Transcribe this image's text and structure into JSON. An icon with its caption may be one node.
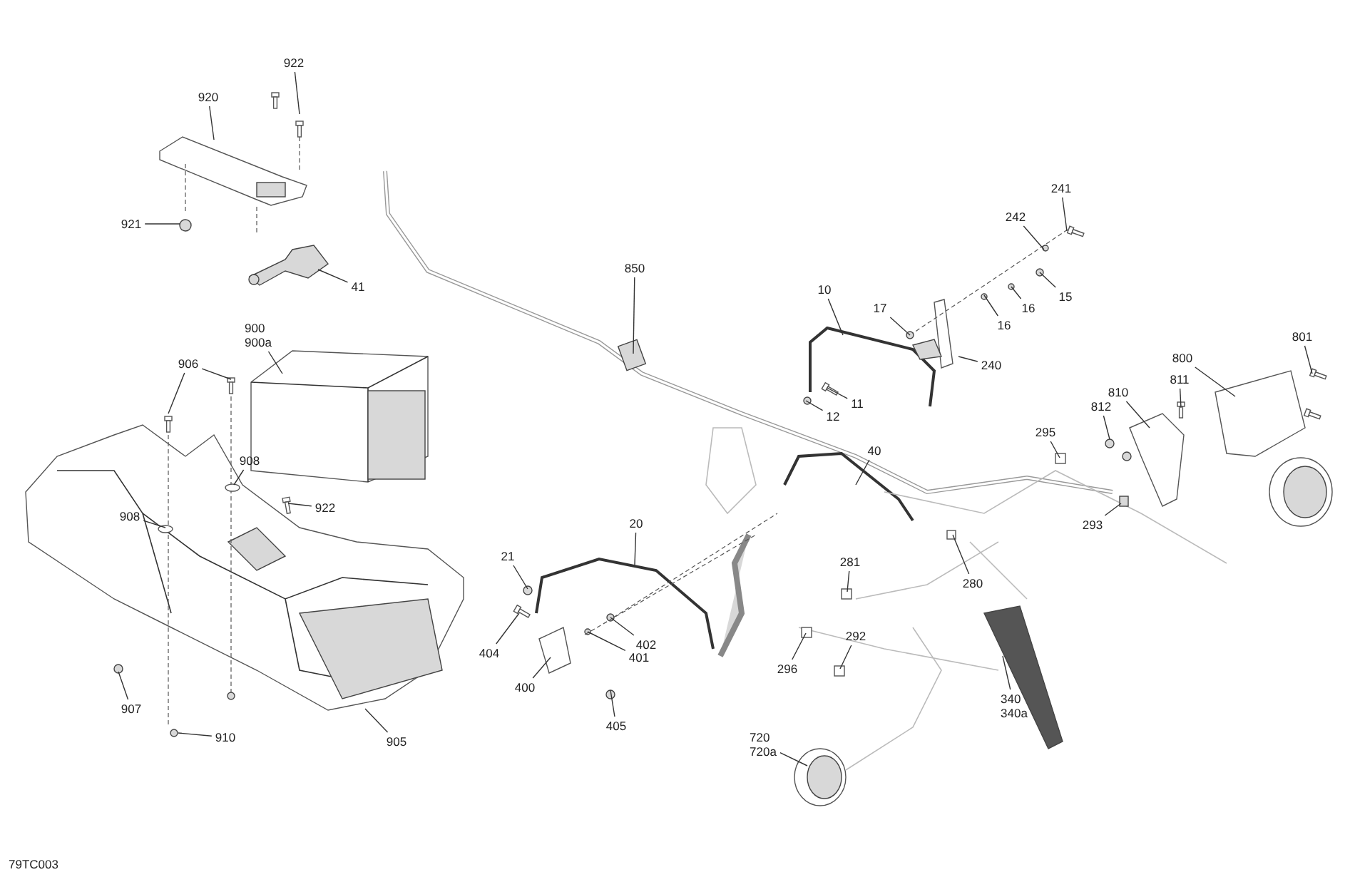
{
  "diagram": {
    "nodes": [
      {
        "text": [
          "922"
        ]
      },
      {
        "text": [
          "920"
        ]
      },
      {
        "text": [
          "921"
        ]
      },
      {
        "text": [
          "41"
        ]
      },
      {
        "text": [
          "900",
          "900a"
        ]
      },
      {
        "text": [
          "906"
        ]
      },
      {
        "text": [
          "908"
        ]
      },
      {
        "text": [
          "922"
        ]
      },
      {
        "text": [
          "908"
        ]
      },
      {
        "text": [
          "907"
        ]
      },
      {
        "text": [
          "910"
        ]
      },
      {
        "text": [
          "905"
        ]
      },
      {
        "text": [
          "850"
        ]
      },
      {
        "text": [
          "10"
        ]
      },
      {
        "text": [
          "17"
        ]
      },
      {
        "text": [
          "241"
        ]
      },
      {
        "text": [
          "242"
        ]
      },
      {
        "text": [
          "15"
        ]
      },
      {
        "text": [
          "16"
        ]
      },
      {
        "text": [
          "16"
        ]
      },
      {
        "text": [
          "240"
        ]
      },
      {
        "text": [
          "11"
        ]
      },
      {
        "text": [
          "12"
        ]
      },
      {
        "text": [
          "40"
        ]
      },
      {
        "text": [
          "801"
        ]
      },
      {
        "text": [
          "800"
        ]
      },
      {
        "text": [
          "810"
        ]
      },
      {
        "text": [
          "811"
        ]
      },
      {
        "text": [
          "812"
        ]
      },
      {
        "text": [
          "295"
        ]
      },
      {
        "text": [
          "293"
        ]
      },
      {
        "text": [
          "20"
        ]
      },
      {
        "text": [
          "21"
        ]
      },
      {
        "text": [
          "281"
        ]
      },
      {
        "text": [
          "280"
        ]
      },
      {
        "text": [
          "404"
        ]
      },
      {
        "text": [
          "402"
        ]
      },
      {
        "text": [
          "401"
        ]
      },
      {
        "text": [
          "400"
        ]
      },
      {
        "text": [
          "405"
        ]
      },
      {
        "text": [
          "296"
        ]
      },
      {
        "text": [
          "292"
        ]
      },
      {
        "text": [
          "340",
          "340a"
        ]
      },
      {
        "text": [
          "720",
          "720a"
        ]
      }
    ],
    "edges": [
      {
        "from": 0,
        "to": null,
        "arrow": "none"
      },
      {
        "from": 1,
        "to": null,
        "arrow": "none"
      },
      {
        "from": 2,
        "to": null,
        "arrow": "none"
      },
      {
        "from": 3,
        "to": null,
        "arrow": "none"
      },
      {
        "from": 4,
        "to": null,
        "arrow": "none"
      },
      {
        "from": 5,
        "to": null,
        "arrow": "none"
      },
      {
        "from": 5,
        "to": null,
        "arrow": "none"
      },
      {
        "from": 6,
        "to": null,
        "arrow": "none"
      },
      {
        "from": 7,
        "to": null,
        "arrow": "none"
      },
      {
        "from": 8,
        "to": null,
        "arrow": "none"
      },
      {
        "from": 9,
        "to": null,
        "arrow": "none"
      },
      {
        "from": 10,
        "to": null,
        "arrow": "none"
      },
      {
        "from": 11,
        "to": null,
        "arrow": "none"
      },
      {
        "from": 12,
        "to": null,
        "arrow": "none"
      },
      {
        "from": 13,
        "to": null,
        "arrow": "none"
      },
      {
        "from": 14,
        "to": null,
        "arrow": "none"
      },
      {
        "from": 15,
        "to": null,
        "arrow": "none"
      },
      {
        "from": 16,
        "to": null,
        "arrow": "none"
      },
      {
        "from": 17,
        "to": null,
        "arrow": "none"
      },
      {
        "from": 18,
        "to": null,
        "arrow": "none"
      },
      {
        "from": 19,
        "to": null,
        "arrow": "none"
      },
      {
        "from": 20,
        "to": null,
        "arrow": "none"
      },
      {
        "from": 21,
        "to": null,
        "arrow": "none"
      },
      {
        "from": 22,
        "to": null,
        "arrow": "none"
      },
      {
        "from": 23,
        "to": null,
        "arrow": "none"
      },
      {
        "from": 24,
        "to": null,
        "arrow": "none"
      },
      {
        "from": 25,
        "to": null,
        "arrow": "none"
      },
      {
        "from": 26,
        "to": null,
        "arrow": "none"
      },
      {
        "from": 27,
        "to": null,
        "arrow": "none"
      },
      {
        "from": 28,
        "to": null,
        "arrow": "none"
      },
      {
        "from": 29,
        "to": null,
        "arrow": "none"
      },
      {
        "from": 30,
        "to": null,
        "arrow": "none"
      },
      {
        "from": 31,
        "to": null,
        "arrow": "none"
      },
      {
        "from": 32,
        "to": null,
        "arrow": "none"
      },
      {
        "from": 33,
        "to": null,
        "arrow": "none"
      },
      {
        "from": 34,
        "to": null,
        "arrow": "none"
      },
      {
        "from": 35,
        "to": null,
        "arrow": "none"
      },
      {
        "from": 36,
        "to": null,
        "arrow": "none"
      },
      {
        "from": 37,
        "to": null,
        "arrow": "none"
      },
      {
        "from": 38,
        "to": null,
        "arrow": "none"
      },
      {
        "from": 39,
        "to": null,
        "arrow": "none"
      },
      {
        "from": 40,
        "to": null,
        "arrow": "none"
      },
      {
        "from": 41,
        "to": null,
        "arrow": "none"
      },
      {
        "from": 42,
        "to": null,
        "arrow": "none"
      },
      {
        "from": 43,
        "to": null,
        "arrow": "none"
      }
    ],
    "labels": [
      "79TC003"
    ]
  }
}
